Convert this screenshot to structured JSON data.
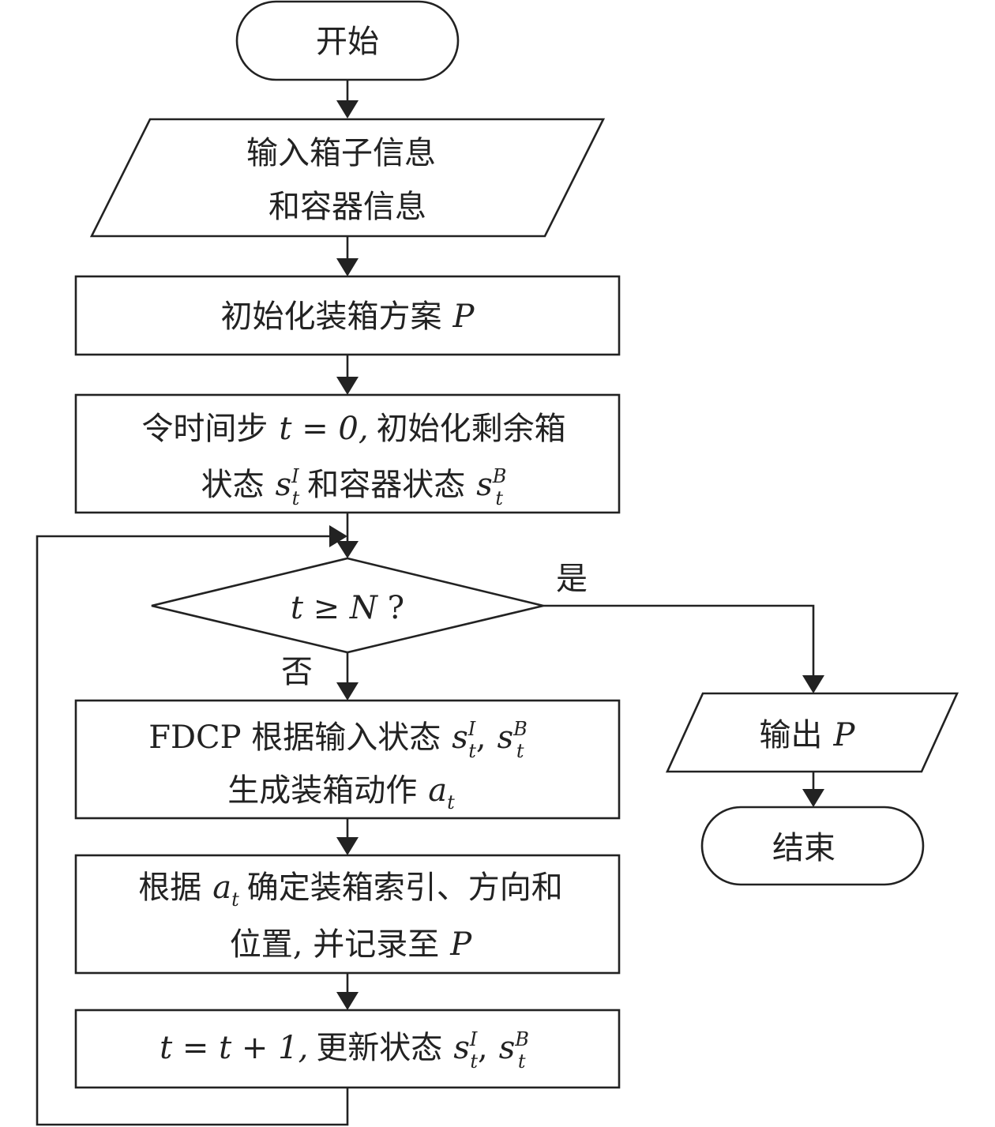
{
  "nodes": {
    "start": {
      "text": "开始"
    },
    "input": {
      "line1": "输入箱子信息",
      "line2": "和容器信息"
    },
    "init_plan": {
      "text": "初始化装箱方案",
      "var_p": "P"
    },
    "init_state": {
      "l1_text": "令时间步",
      "l1_eq": "t = 0,",
      "l1_text2": "初始化剩余箱",
      "l2_text": "状态",
      "l2_text2": "和容器状态",
      "sym_s": "s",
      "sub_t": "t",
      "sup_i": "I",
      "sup_b": "B"
    },
    "decision": {
      "t": "t",
      "op": " ≥ ",
      "n": "N",
      "q": " ?"
    },
    "fdcp": {
      "l1_text": "FDCP 根据输入状态",
      "l2_text": "生成装箱动作",
      "sym_s": "s",
      "sub_t": "t",
      "sup_i": "I",
      "sup_b": "B",
      "comma": ",",
      "sym_a": "a"
    },
    "determine": {
      "l1_text": "根据",
      "l1_text2": "确定装箱索引、方向和",
      "l2_text": "位置, 并记录至",
      "sym_a": "a",
      "sub_t": "t",
      "var_p": "P"
    },
    "update": {
      "eq": "t = t + 1,",
      "text": "更新状态",
      "sym_s": "s",
      "sub_t": "t",
      "sup_i": "I",
      "sup_b": "B",
      "comma": ","
    },
    "output": {
      "text": "输出",
      "var_p": "P"
    },
    "end": {
      "text": "结束"
    }
  },
  "edges": {
    "yes_label": "是",
    "no_label": "否"
  }
}
